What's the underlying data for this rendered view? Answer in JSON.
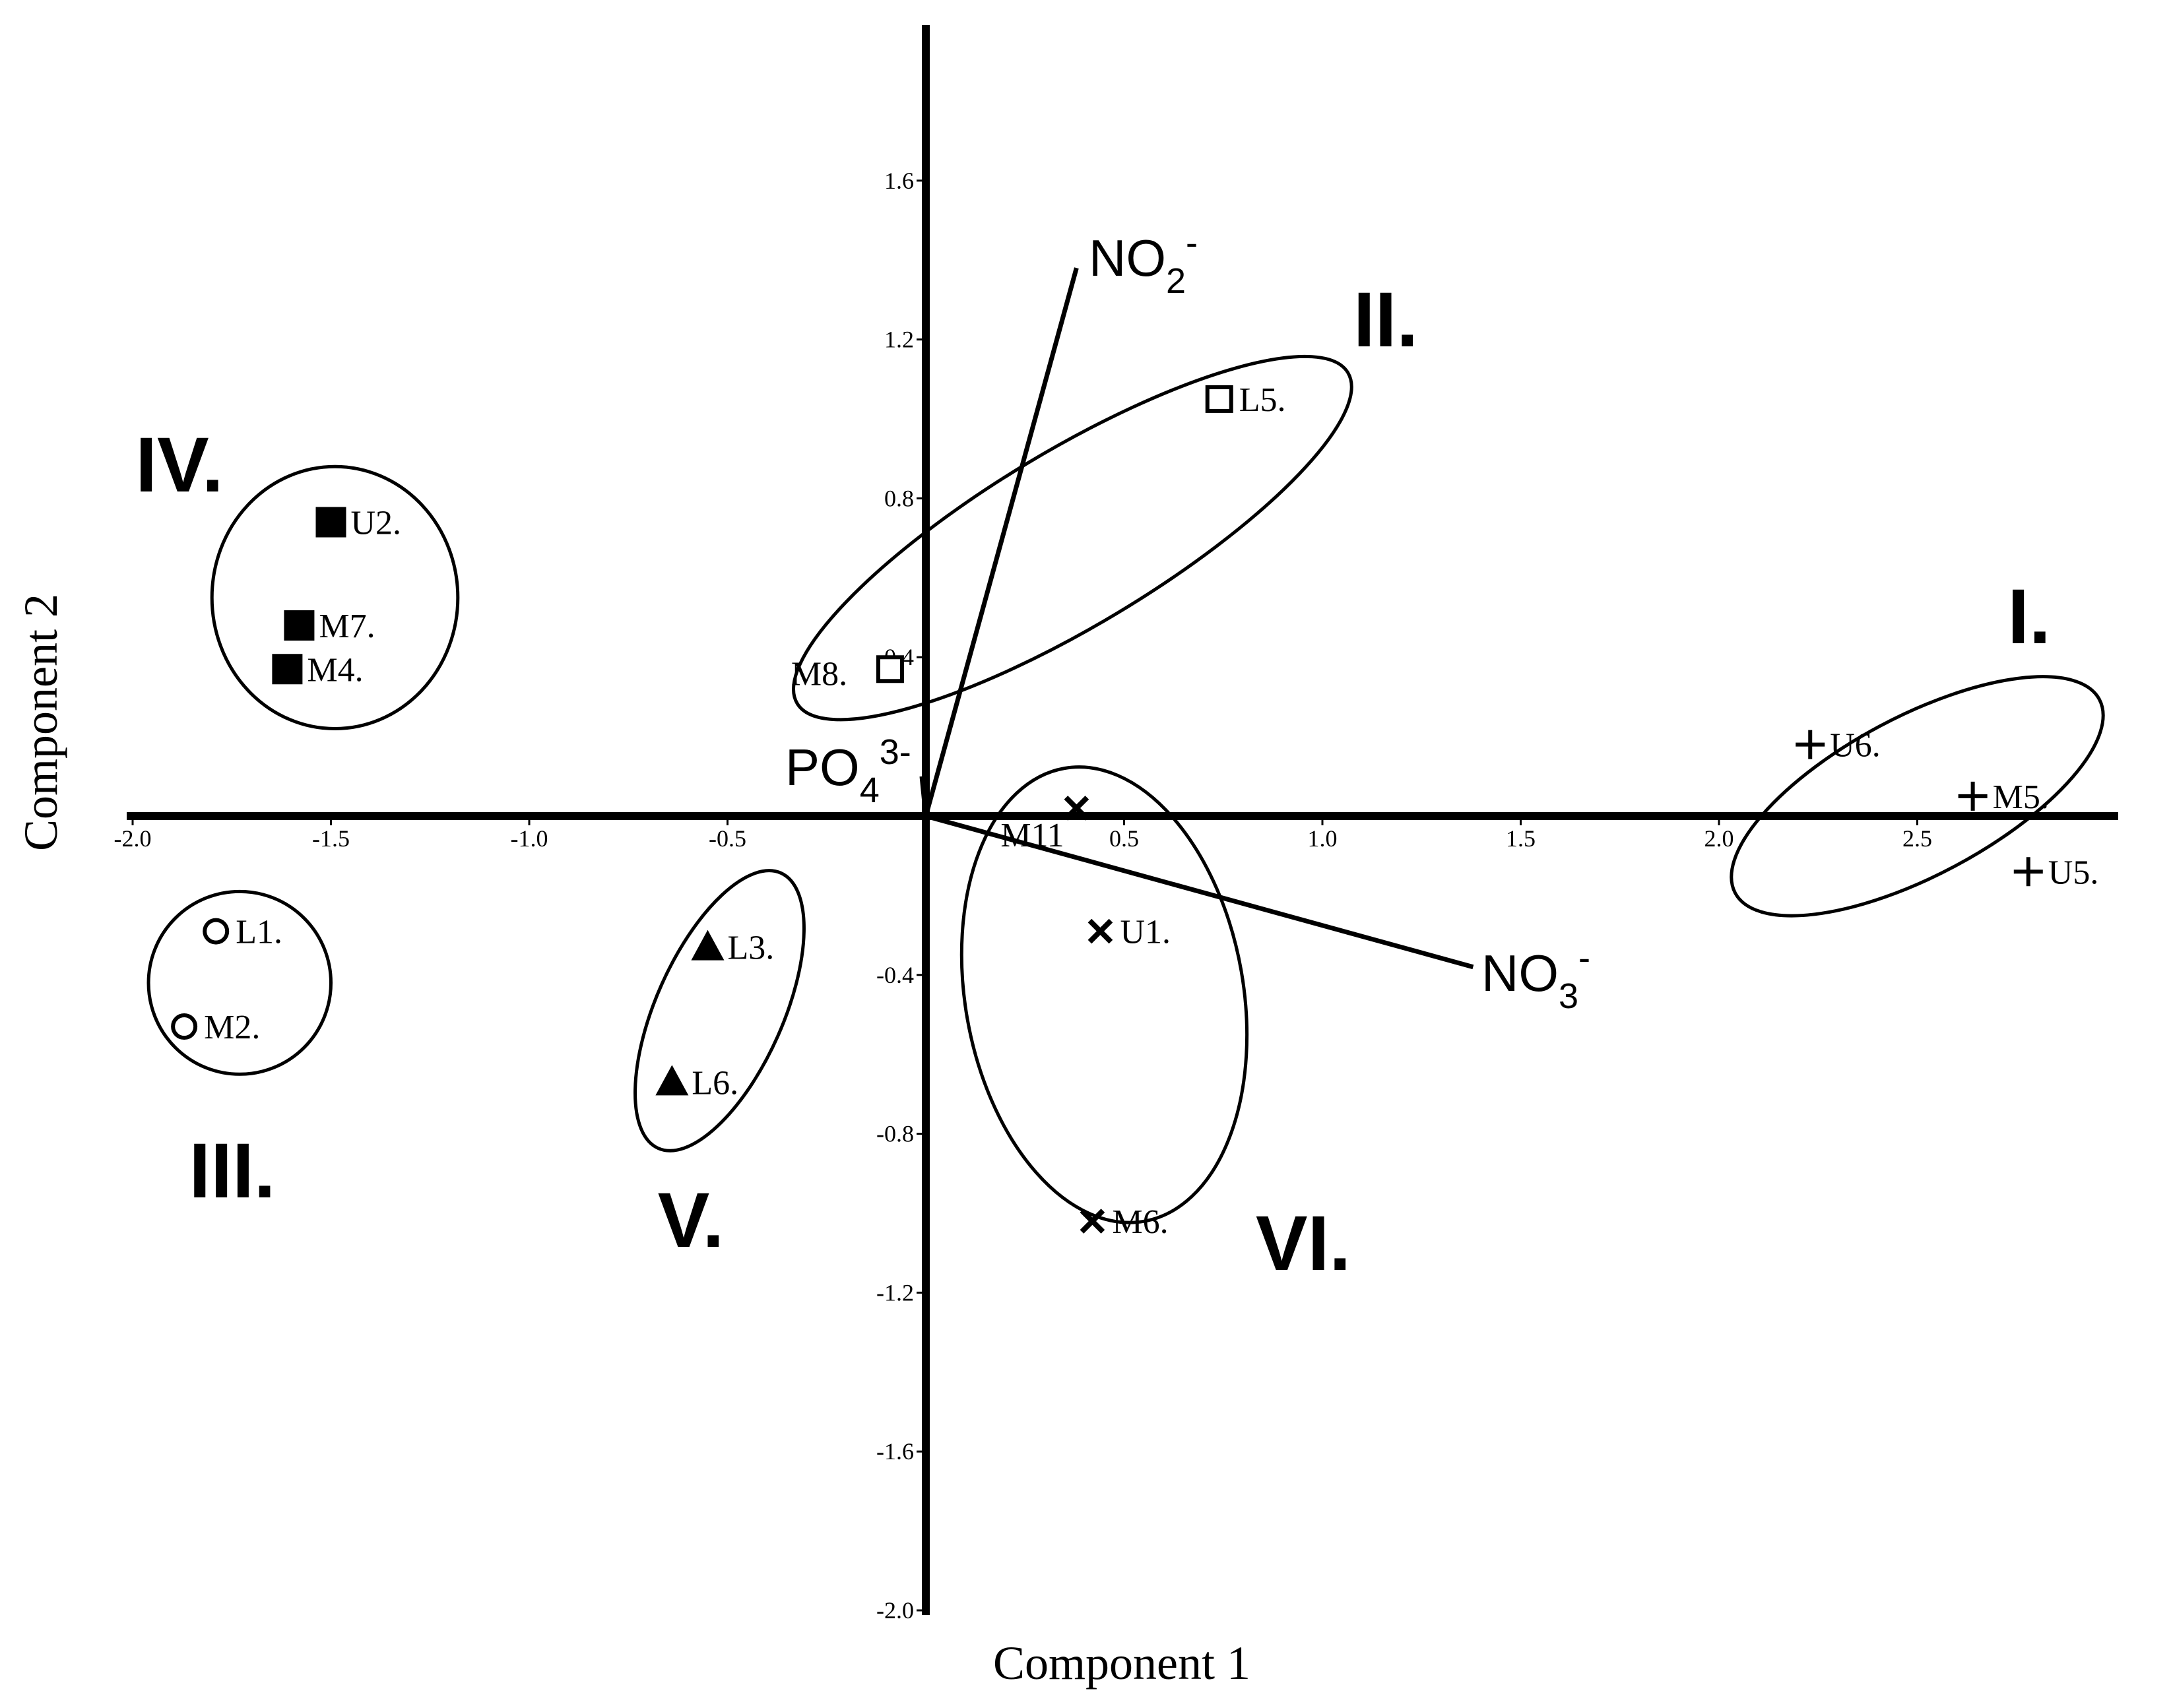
{
  "chart_data": {
    "type": "scatter",
    "subtype": "pca-biplot",
    "xlabel": "Component 1",
    "ylabel": "Component 2",
    "xlim": [
      -2.0,
      3.0
    ],
    "ylim": [
      -2.0,
      2.0
    ],
    "xticks": [
      "-2.0",
      "-1.5",
      "-1.0",
      "-0.5",
      "0.5",
      "1.0",
      "1.5",
      "2.0",
      "2.5"
    ],
    "yticks": [
      "1.6",
      "1.2",
      "0.8",
      "0.4",
      "-0.4",
      "-0.8",
      "-1.2",
      "-1.6",
      "-2.0"
    ],
    "grid": false,
    "points": [
      {
        "label": "U6.",
        "x": 2.23,
        "y": 0.18,
        "marker": "plus"
      },
      {
        "label": "M5.",
        "x": 2.64,
        "y": 0.05,
        "marker": "plus"
      },
      {
        "label": "U5.",
        "x": 2.78,
        "y": -0.14,
        "marker": "plus"
      },
      {
        "label": "L5.",
        "x": 0.74,
        "y": 1.05,
        "marker": "open-square"
      },
      {
        "label": "M8.",
        "x": -0.09,
        "y": 0.37,
        "marker": "open-square"
      },
      {
        "label": "L1.",
        "x": -1.79,
        "y": -0.29,
        "marker": "open-circle"
      },
      {
        "label": "M2.",
        "x": -1.87,
        "y": -0.53,
        "marker": "open-circle"
      },
      {
        "label": "U2.",
        "x": -1.5,
        "y": 0.74,
        "marker": "filled-square"
      },
      {
        "label": "M7.",
        "x": -1.58,
        "y": 0.48,
        "marker": "filled-square"
      },
      {
        "label": "M4.",
        "x": -1.61,
        "y": 0.37,
        "marker": "filled-square"
      },
      {
        "label": "L3.",
        "x": -0.55,
        "y": -0.33,
        "marker": "filled-triangle"
      },
      {
        "label": "L6.",
        "x": -0.64,
        "y": -0.67,
        "marker": "filled-triangle"
      },
      {
        "label": "M11",
        "x": 0.38,
        "y": 0.02,
        "marker": "cross"
      },
      {
        "label": "U1.",
        "x": 0.44,
        "y": -0.29,
        "marker": "cross"
      },
      {
        "label": "M6.",
        "x": 0.42,
        "y": -1.02,
        "marker": "cross"
      }
    ],
    "vectors": [
      {
        "label": "NO",
        "sub": "2",
        "sup": "-",
        "x": 0.38,
        "y": 1.38
      },
      {
        "label": "NO",
        "sub": "3",
        "sup": "-",
        "x": 1.38,
        "y": -0.38
      },
      {
        "label": "PO",
        "sub": "4",
        "sup": "3-",
        "x": -0.01,
        "y": 0.1
      }
    ],
    "groups": [
      {
        "label": "I.",
        "cx": 2.5,
        "cy": 0.05,
        "rx": 0.52,
        "ry": 0.2,
        "angle": -28
      },
      {
        "label": "II.",
        "cx": 0.37,
        "cy": 0.7,
        "rx": 0.81,
        "ry": 0.22,
        "angle": -31
      },
      {
        "label": "III.",
        "cx": -1.73,
        "cy": -0.42,
        "rx": 0.23,
        "ry": 0.23,
        "angle": 0
      },
      {
        "label": "IV.",
        "cx": -1.49,
        "cy": 0.55,
        "rx": 0.31,
        "ry": 0.33,
        "angle": 0
      },
      {
        "label": "V.",
        "cx": -0.52,
        "cy": -0.49,
        "rx": 0.38,
        "ry": 0.16,
        "angle": -66
      },
      {
        "label": "VI.",
        "cx": 0.45,
        "cy": -0.45,
        "rx": 0.58,
        "ry": 0.35,
        "angle": 80
      }
    ]
  }
}
